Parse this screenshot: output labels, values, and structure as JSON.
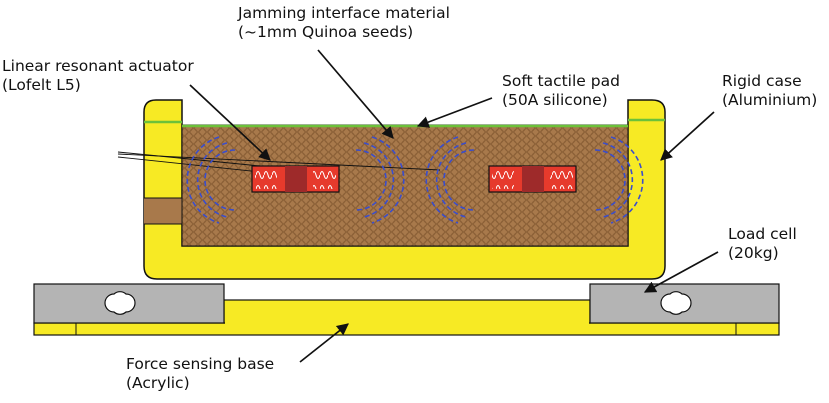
{
  "labels": {
    "jamming_line1": "Jamming interface material",
    "jamming_line2": "(~1mm Quinoa seeds)",
    "actuator_line1": "Linear resonant actuator",
    "actuator_line2": "(Lofelt L5)",
    "pad_line1": "Soft tactile pad",
    "pad_line2": "(50A silicone)",
    "case_line1": "Rigid case",
    "case_line2": "(Aluminium)",
    "loadcell_line1": "Load cell",
    "loadcell_line2": "(20kg)",
    "base_line1": "Force sensing base",
    "base_line2": "(Acrylic)"
  },
  "colors": {
    "case": "#f7ea24",
    "seeds": "#a8794b",
    "seed_outline": "#8a5f36",
    "pad": "#6cc13a",
    "actuator_body": "#e63a2c",
    "actuator_core": "#9e2a2a",
    "load_cell": "#b4b4b4",
    "vibration_waves": "#3a4dcc",
    "outline": "#111111"
  }
}
